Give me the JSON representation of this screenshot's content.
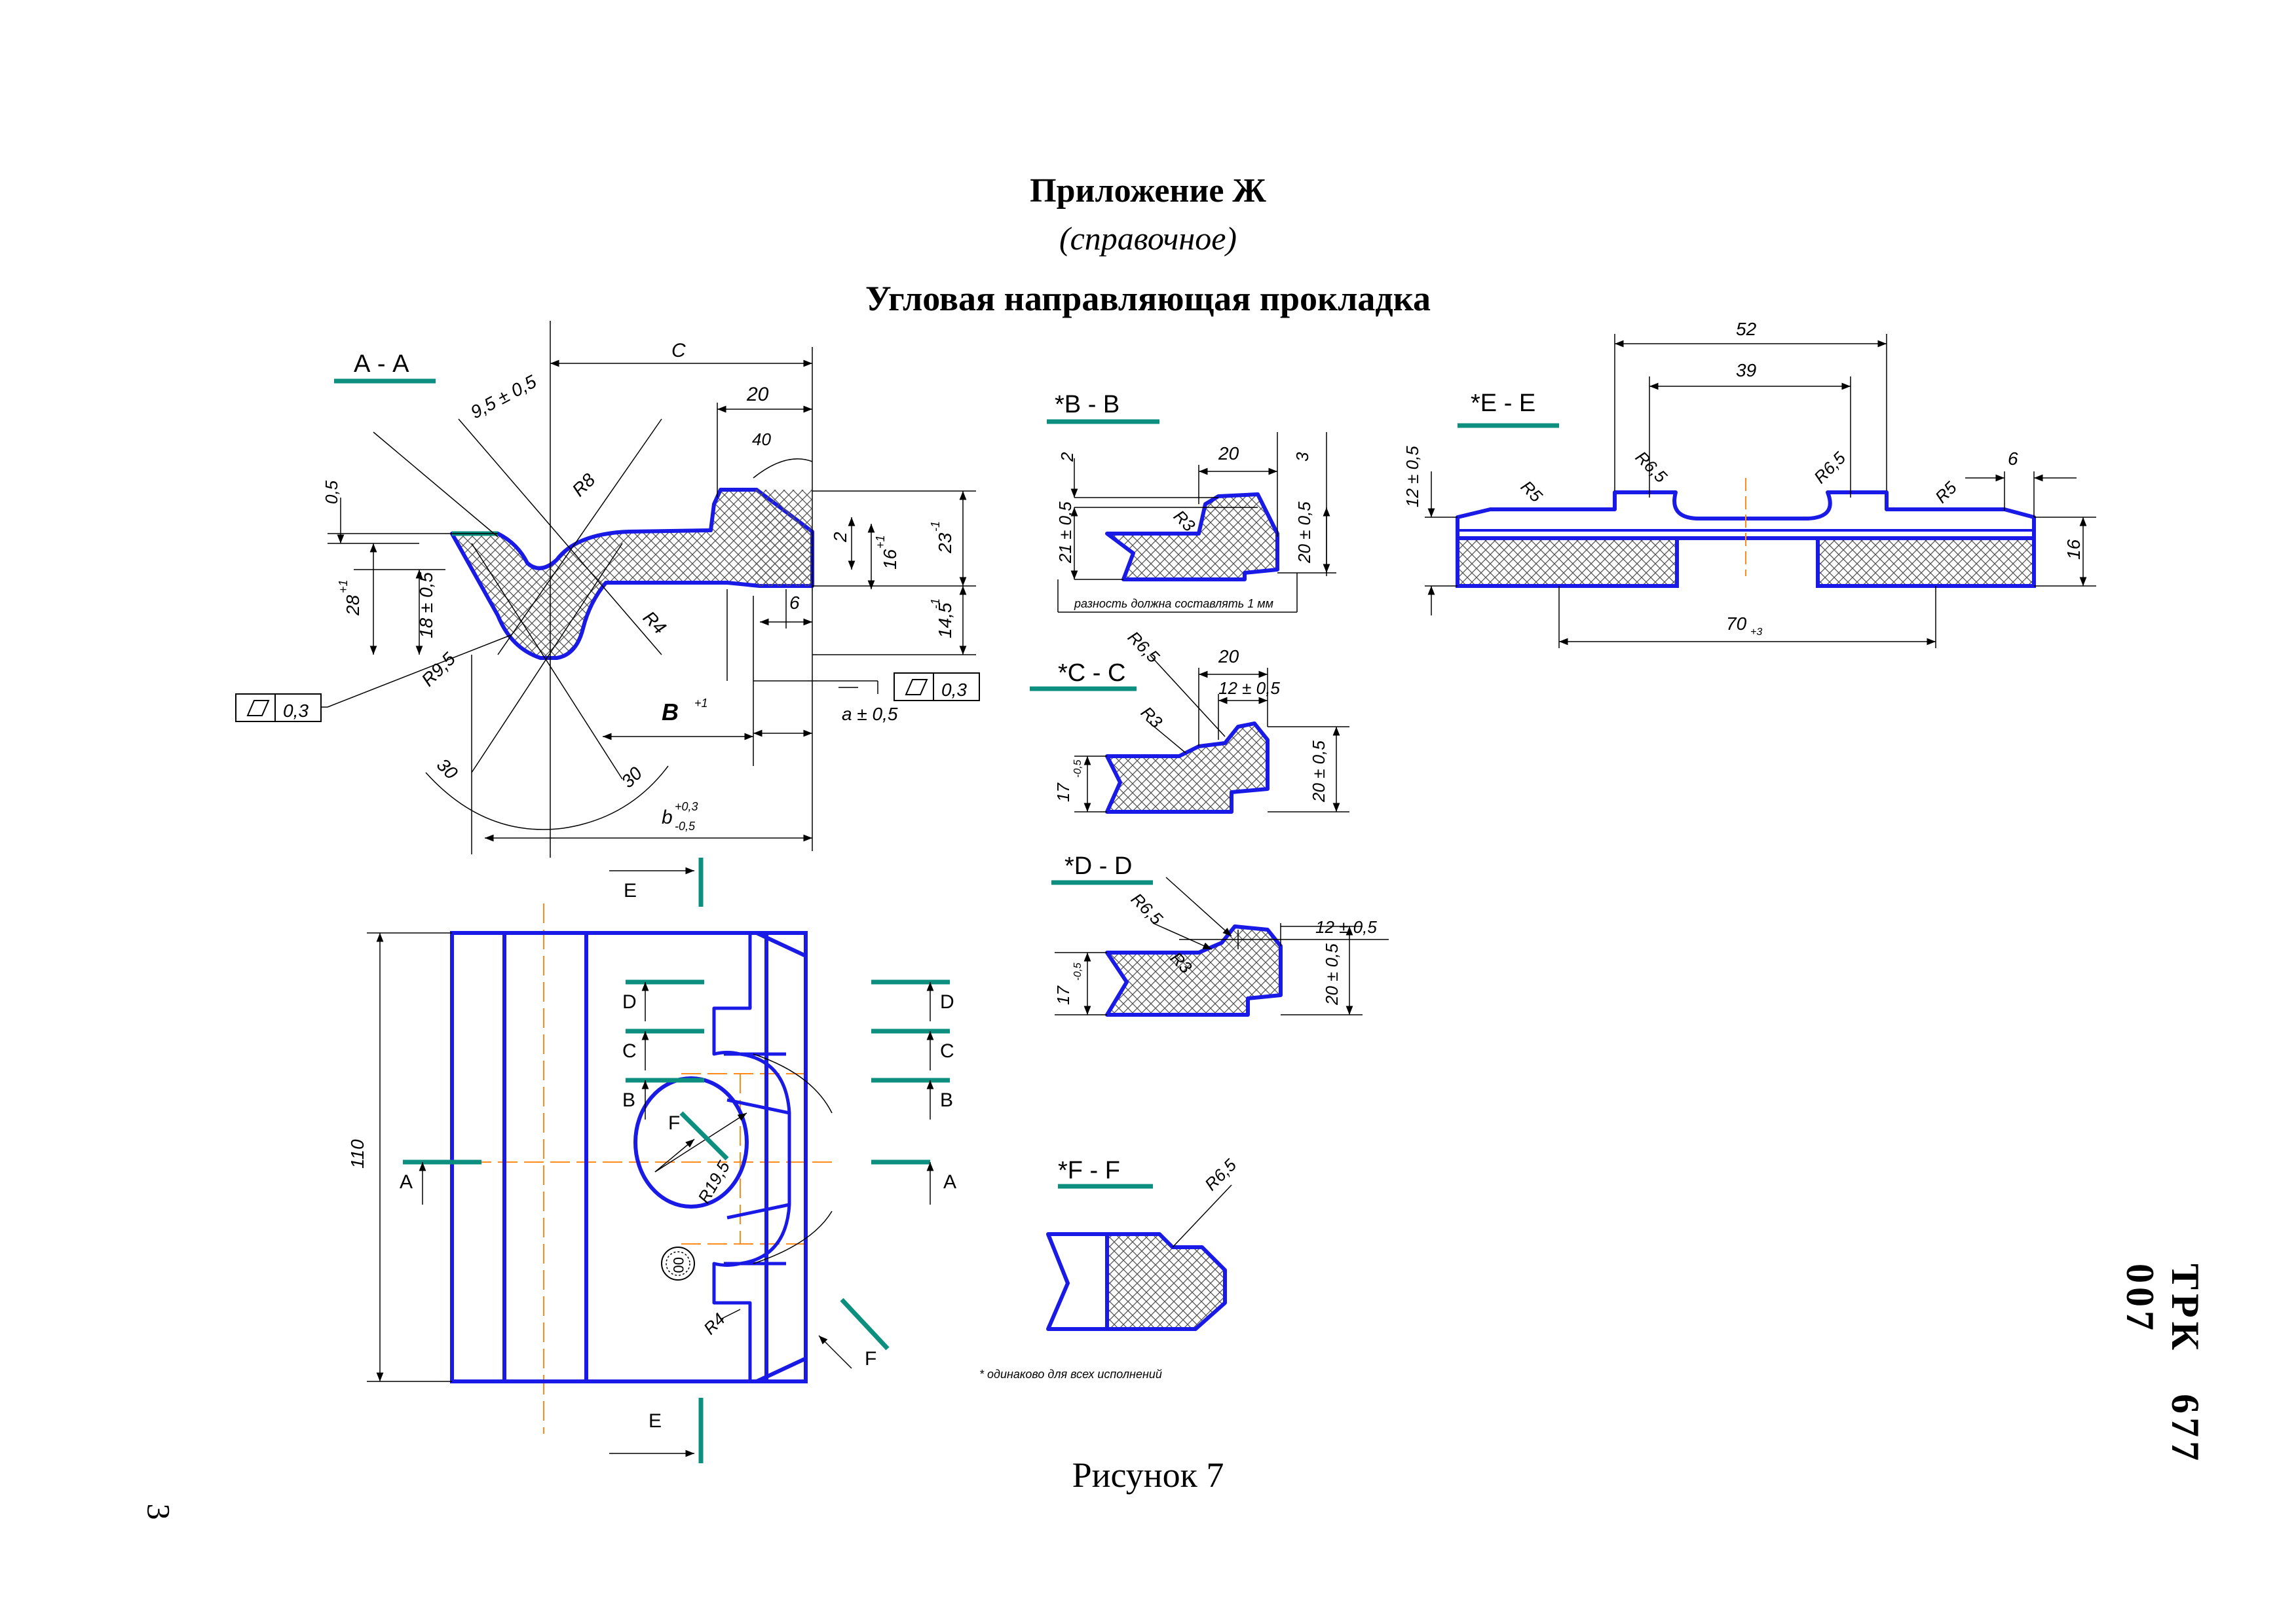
{
  "header": {
    "appendix": "Приложение Ж",
    "appendix_note": "(справочное)",
    "title": "Угловая направляющая прокладка"
  },
  "caption": "Рисунок 7",
  "doc_code": "ТРК 677 007",
  "page_number": "3",
  "note": "* одинаково для всех исполнений",
  "colors": {
    "outline": "#1a1ae6",
    "section_mark": "#0d8f80",
    "centerline": "#ff8c1a",
    "hatch": "#555555"
  },
  "section_aa": {
    "label": "А - А",
    "dims": {
      "c": "C",
      "w20": "20",
      "a40": "40",
      "slant": "9,5 ± 0,5",
      "r8": "R8",
      "r4": "R4",
      "r95": "R9,5",
      "v05": "0,5",
      "v28": "28",
      "v28_tol": "+1",
      "v18": "18 ± 0,5",
      "v2": "2",
      "v16": "16",
      "v16_tol": "+1",
      "v23": "23",
      "v23_tol": "-1",
      "v145": "14,5",
      "v145_tol": "-1",
      "v6": "6",
      "a_val": "a ± 0,5",
      "b_val": "b",
      "b_tol_up": "+0,3",
      "b_tol_dn": "-0,5",
      "ang30a": "30",
      "ang30b": "30",
      "angB": "B",
      "angB_tol": "+1",
      "flat1": "0,3",
      "flat2": "0,3"
    }
  },
  "section_bb": {
    "label": "*B - B",
    "dims": {
      "w20": "20",
      "v2": "2",
      "v3": "3",
      "v21": "21 ± 0,5",
      "v20": "20 ± 0,5",
      "r3": "R3",
      "note": "разность должна составлять 1 мм"
    }
  },
  "section_cc": {
    "label": "*C - C",
    "dims": {
      "r65": "R6,5",
      "w20": "20",
      "v12": "12 ± 0,5",
      "r3": "R3",
      "v17": "17",
      "v17_tol": "-0,5",
      "v20": "20 ± 0,5"
    }
  },
  "section_dd": {
    "label": "*D - D",
    "dims": {
      "r65": "R6,5",
      "v12": "12 ± 0,5",
      "r3": "R3",
      "v17": "17",
      "v17_tol": "-0,5",
      "v20": "20 ± 0,5"
    }
  },
  "section_ff": {
    "label": "*F - F",
    "dims": {
      "r65": "R6,5"
    }
  },
  "section_ee": {
    "label": "*E - E",
    "dims": {
      "w52": "52",
      "w39": "39",
      "r65a": "R6,5",
      "r65b": "R6,5",
      "r5a": "R5",
      "r5b": "R5",
      "v12": "12 ± 0,5",
      "v6": "6",
      "v16": "16",
      "w70": "70",
      "w70_tol": "+3"
    }
  },
  "plan_view": {
    "dims": {
      "v110": "110",
      "r195": "R19,5",
      "r4": "R4",
      "mark": "00"
    },
    "cut_labels": {
      "a": "A",
      "b": "B",
      "c": "C",
      "d": "D",
      "e": "E",
      "f": "F"
    }
  }
}
